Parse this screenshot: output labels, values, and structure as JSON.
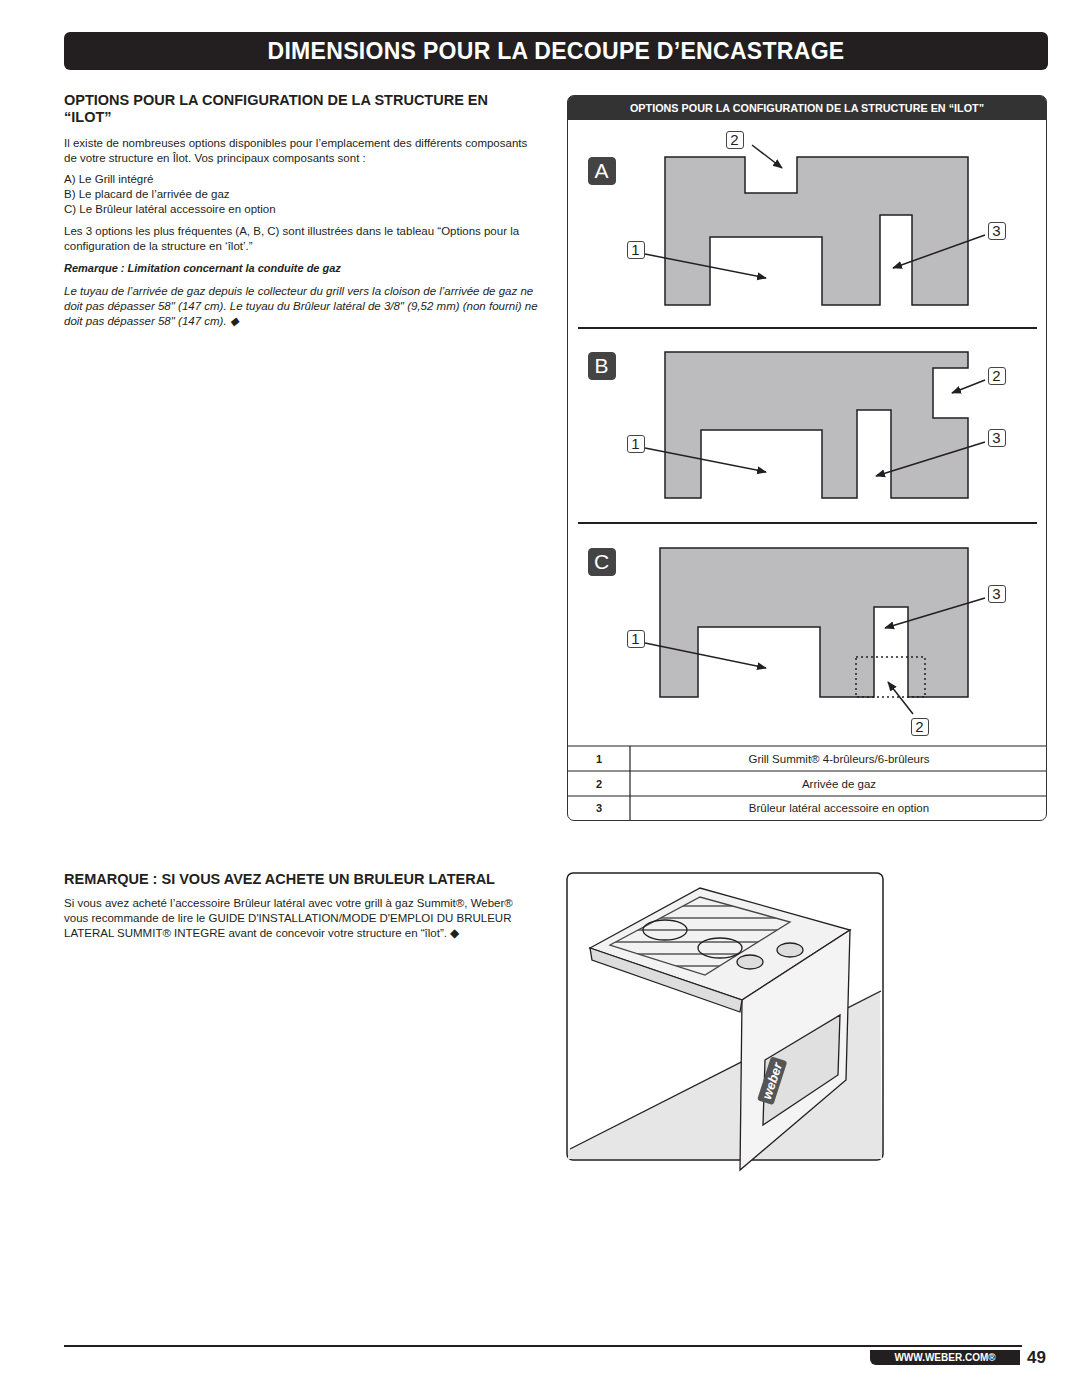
{
  "diagram": {
    "title": "DIMENSIONS POUR LA DECOUPE D’ENCASTRAGE",
    "nodes": [
      {
        "text": [
          "OPTIONS POUR LA CONFIGURATION DE LA STRUCTURE EN “ILOT”"
        ]
      },
      {
        "text": [
          "A"
        ],
        "in": 0
      },
      {
        "text": [
          "2"
        ],
        "in": 0
      },
      {
        "text": [
          "3"
        ],
        "in": 0
      },
      {
        "text": [
          "1"
        ],
        "in": 0
      },
      {
        "text": [
          "B"
        ],
        "in": 0
      },
      {
        "text": [
          "2"
        ],
        "in": 0
      },
      {
        "text": [
          "1"
        ],
        "in": 0
      },
      {
        "text": [
          "3"
        ],
        "in": 0
      },
      {
        "text": [
          "C"
        ],
        "in": 0
      },
      {
        "text": [
          "3"
        ],
        "in": 0
      },
      {
        "text": [
          "1"
        ],
        "in": 0
      },
      {
        "text": [
          "2"
        ],
        "in": 0
      }
    ],
    "labels": [
      "OPTIONS POUR LA CONFIGURATION DE LA STRUCTURE EN “ILOT”",
      "Il existe de nombreuses options disponibles pour l’emplacement des différents composants de votre structure en Îlot. Vos principaux composants sont :",
      "A) Le Grill intégré",
      "B) Le placard de l’arrivée de gaz",
      "C) Le Brûleur latéral accessoire en option",
      "Les 3 options les plus fréquentes (A, B, C) sont illustrées dans le tableau “Options pour la configuration de la structure en ‘îlot’.”",
      "Remarque : Limitation concernant la conduite de gaz",
      "Le tuyau de l’arrivée de gaz depuis le collecteur du grill vers la cloison de l’arrivée de gaz ne doit pas dépasser 58\" (147 cm). Le tuyau du Brûleur latéral de 3/8\" (9,52 mm) (non fourni) ne doit pas dépasser 58\" (147 cm). ◆",
      "1",
      "Grill Summit® 4-brûleurs/6-brûleurs",
      "2",
      "Arrivée de gaz",
      "3",
      "Brûleur latéral accessoire en option",
      "REMARQUE : SI VOUS AVEZ ACHETE UN BRULEUR LATERAL",
      "Si vous avez acheté l’accessoire Brûleur latéral avec votre grill à gaz Summit®, Weber® vous recommande de lire le GUIDE D'INSTALLATION/MODE D'EMPLOI DU BRULEUR LATERAL SUMMIT® INTEGRE avant de concevoir votre structure en “îlot”. ◆",
      "weber",
      "WWW.WEBER.COM®",
      "49"
    ]
  }
}
